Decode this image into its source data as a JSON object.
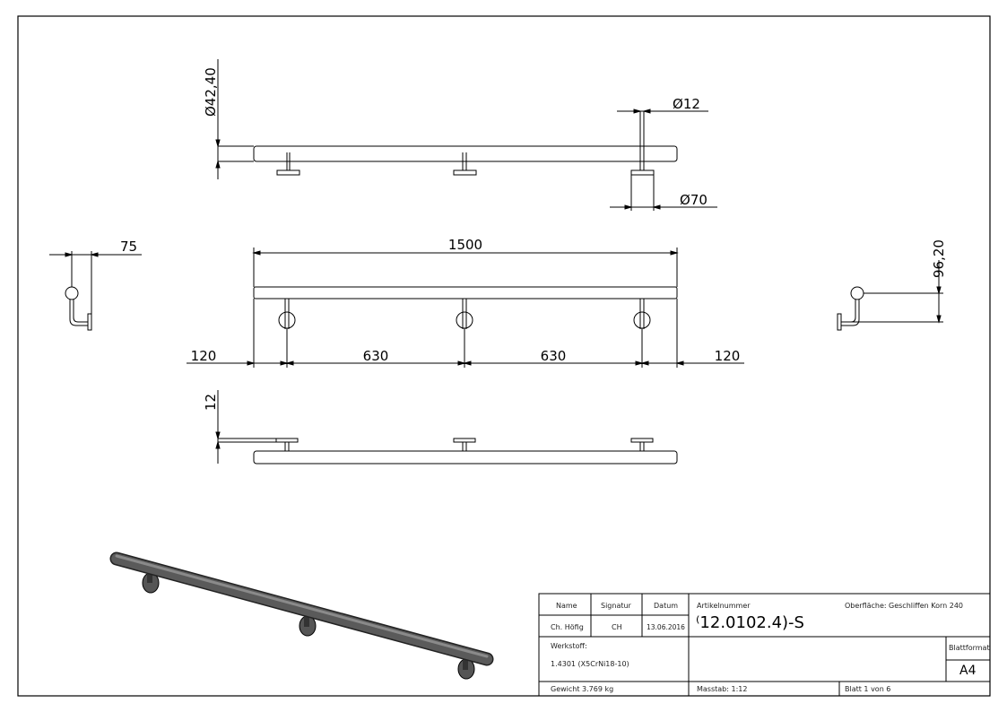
{
  "dimensions": {
    "tube_diameter": "42,40",
    "post_diameter": "12",
    "flange_diameter": "70",
    "overall_length": "1500",
    "end_left": "120",
    "span_1": "630",
    "span_2": "630",
    "end_right": "120",
    "flange_thickness": "12",
    "side_offset": "75",
    "side_height": "96,20",
    "diameter_symbol": "Ø"
  },
  "title_block": {
    "name_label": "Name",
    "signatur_label": "Signatur",
    "datum_label": "Datum",
    "name_value": "Ch. Höfig",
    "signatur_value": "CH",
    "datum_value": "13.06.2016",
    "artikelnummer_label": "Artikelnummer",
    "artikelnummer_value": "⁽12.0102.4)-S",
    "oberflaeche_label": "Oberfläche:",
    "oberflaeche_value": "Geschliffen Korn 240",
    "werkstoff_label": "Werkstoff:",
    "werkstoff_value": "1.4301 (X5CrNi18-10)",
    "blattformat_label": "Blattformat",
    "blattformat_value": "A4",
    "gewicht": "Gewicht 3.769 kg",
    "massstab": "Masstab: 1:12",
    "blatt": "Blatt 1 von 6"
  },
  "colors": {
    "line": "#000000",
    "tube_3d": "#4a4a4a"
  }
}
